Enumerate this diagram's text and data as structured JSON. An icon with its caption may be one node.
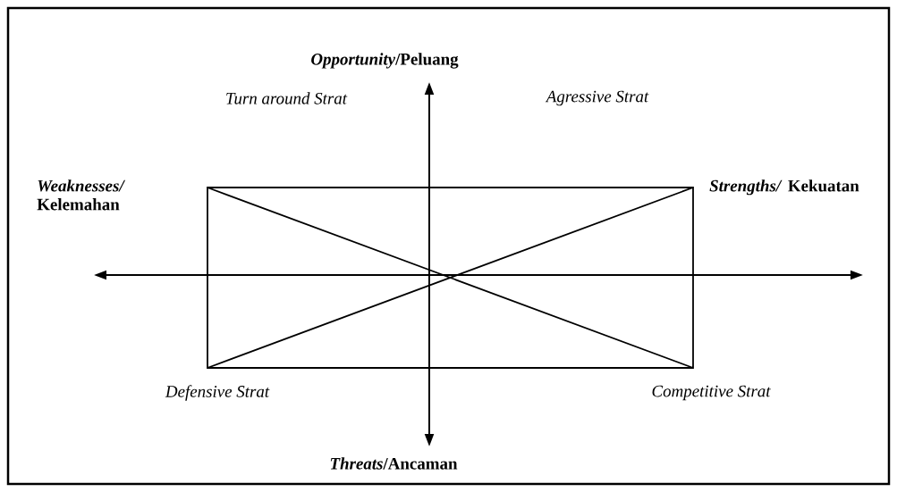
{
  "diagram": {
    "labels": [
      "*Opportunity*/Peluang",
      "Turn around Strat",
      "Agressive Strat",
      "*Weaknesses/* Kelemahan",
      "*Strengths/* Kekuatan",
      "Defensive Strat",
      "Competitive Strat",
      "*Threats*/Ancaman"
    ]
  }
}
